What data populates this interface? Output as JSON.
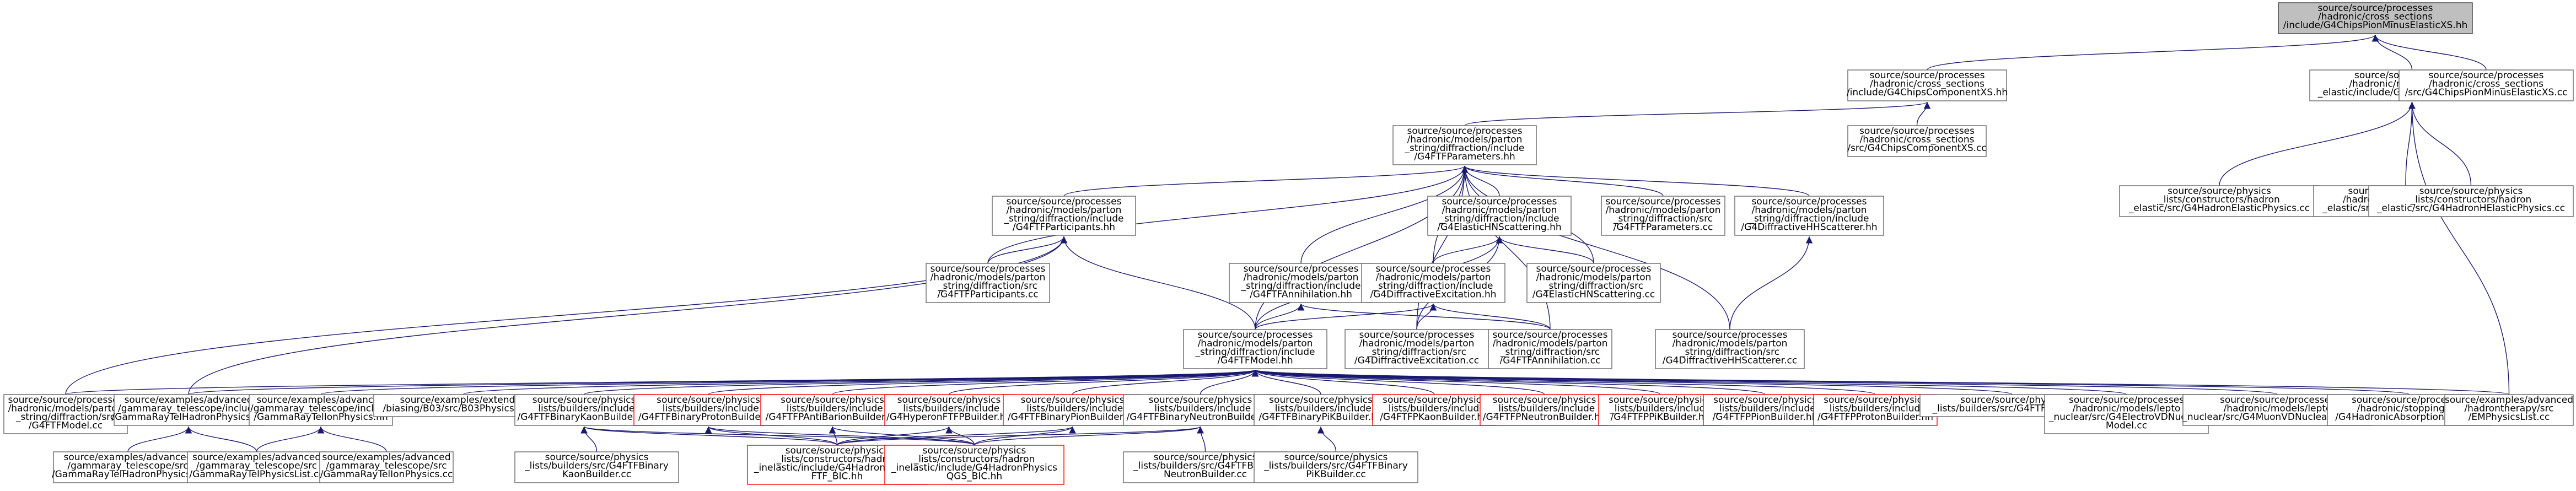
{
  "colors": {
    "edge": "#191970",
    "node_border": "#666666",
    "root_fill": "#bfbfbf",
    "root_border": "#404040",
    "truncated_border": "#ff0000",
    "node_fill": "#ffffff"
  },
  "nodes": [
    {
      "id": "root",
      "lines": [
        "source/source/processes",
        "/hadronic/cross_sections",
        "/include/G4ChipsPionMinusElasticXS.hh"
      ],
      "style": "root"
    },
    {
      "id": "compXS_hh",
      "lines": [
        "source/source/processes",
        "/hadronic/cross_sections",
        "/include/G4ChipsComponentXS.hh"
      ],
      "style": "normal"
    },
    {
      "id": "chipsElastic_hh",
      "lines": [
        "source/source/processes",
        "/hadronic/models/coherent",
        "_elastic/include/G4ChipsElasticModel.hh"
      ],
      "style": "normal"
    },
    {
      "id": "pionMinusXS_cc",
      "lines": [
        "source/source/processes",
        "/hadronic/cross_sections",
        "/src/G4ChipsPionMinusElasticXS.cc"
      ],
      "style": "normal"
    },
    {
      "id": "ftfParams_hh",
      "lines": [
        "source/source/processes",
        "/hadronic/models/parton",
        "_string/diffraction/include",
        "/G4FTFParameters.hh"
      ],
      "style": "normal"
    },
    {
      "id": "compXS_cc",
      "lines": [
        "source/source/processes",
        "/hadronic/cross_sections",
        "/src/G4ChipsComponentXS.cc"
      ],
      "style": "normal"
    },
    {
      "id": "hadronElasticPhys_cc",
      "lines": [
        "source/source/physics",
        "_lists/constructors/hadron",
        "_elastic/src/G4HadronElasticPhysics.cc"
      ],
      "style": "normal"
    },
    {
      "id": "chipsElastic_cc",
      "lines": [
        "source/source/processes",
        "/hadronic/models/coherent",
        "_elastic/src/G4ChipsElasticModel.cc"
      ],
      "style": "normal"
    },
    {
      "id": "hadronHElasticPhys_cc",
      "lines": [
        "source/source/physics",
        "_lists/constructors/hadron",
        "_elastic/src/G4HadronHElasticPhysics.cc"
      ],
      "style": "normal"
    },
    {
      "id": "ftfParticipants_hh",
      "lines": [
        "source/source/processes",
        "/hadronic/models/parton",
        "_string/diffraction/include",
        "/G4FTFParticipants.hh"
      ],
      "style": "normal"
    },
    {
      "id": "elasticHN_hh",
      "lines": [
        "source/source/processes",
        "/hadronic/models/parton",
        "_string/diffraction/include",
        "/G4ElasticHNScattering.hh"
      ],
      "style": "normal"
    },
    {
      "id": "ftfParams_cc",
      "lines": [
        "source/source/processes",
        "/hadronic/models/parton",
        "_string/diffraction/src",
        "/G4FTFParameters.cc"
      ],
      "style": "normal"
    },
    {
      "id": "diffractiveHH_hh",
      "lines": [
        "source/source/processes",
        "/hadronic/models/parton",
        "_string/diffraction/include",
        "/G4DiffractiveHHScatterer.hh"
      ],
      "style": "normal"
    },
    {
      "id": "ftfParticipants_cc",
      "lines": [
        "source/source/processes",
        "/hadronic/models/parton",
        "_string/diffraction/src",
        "/G4FTFParticipants.cc"
      ],
      "style": "normal"
    },
    {
      "id": "ftfAnnihilation_hh",
      "lines": [
        "source/source/processes",
        "/hadronic/models/parton",
        "_string/diffraction/include",
        "/G4FTFAnnihilation.hh"
      ],
      "style": "normal"
    },
    {
      "id": "diffractiveExc_hh",
      "lines": [
        "source/source/processes",
        "/hadronic/models/parton",
        "_string/diffraction/include",
        "/G4DiffractiveExcitation.hh"
      ],
      "style": "normal"
    },
    {
      "id": "elasticHN_cc",
      "lines": [
        "source/source/processes",
        "/hadronic/models/parton",
        "_string/diffraction/src",
        "/G4ElasticHNScattering.cc"
      ],
      "style": "normal"
    },
    {
      "id": "diffractiveHH_cc",
      "lines": [
        "source/source/processes",
        "/hadronic/models/parton",
        "_string/diffraction/src",
        "/G4DiffractiveHHScatterer.cc"
      ],
      "style": "normal"
    },
    {
      "id": "ftfModel_hh",
      "lines": [
        "source/source/processes",
        "/hadronic/models/parton",
        "_string/diffraction/include",
        "/G4FTFModel.hh"
      ],
      "style": "normal"
    },
    {
      "id": "diffractiveExc_cc",
      "lines": [
        "source/source/processes",
        "/hadronic/models/parton",
        "_string/diffraction/src",
        "/G4DiffractiveExcitation.cc"
      ],
      "style": "normal"
    },
    {
      "id": "ftfAnnihilation_cc",
      "lines": [
        "source/source/processes",
        "/hadronic/models/parton",
        "_string/diffraction/src",
        "/G4FTFAnnihilation.cc"
      ],
      "style": "normal"
    },
    {
      "id": "ftfModel_cc",
      "lines": [
        "source/source/processes",
        "/hadronic/models/parton",
        "_string/diffraction/src",
        "/G4FTFModel.cc"
      ],
      "style": "normal"
    },
    {
      "id": "gammaRayTelHadron_hh",
      "lines": [
        "source/examples/advanced",
        "/gammaray_telescope/include",
        "/GammaRayTelHadronPhysics.hh"
      ],
      "style": "normal"
    },
    {
      "id": "gammaRayTelIon_hh",
      "lines": [
        "source/examples/advanced",
        "/gammaray_telescope/include",
        "/GammaRayTelIonPhysics.hh"
      ],
      "style": "normal"
    },
    {
      "id": "b3PhysicsList_cc",
      "lines": [
        "source/examples/extended",
        "/biasing/B03/src/B03PhysicsList.cc"
      ],
      "style": "normal"
    },
    {
      "id": "ftfBinaryKaon_hh",
      "lines": [
        "source/source/physics",
        "_lists/builders/include",
        "/G4FTFBinaryKaonBuilder.hh"
      ],
      "style": "normal"
    },
    {
      "id": "ftfBinaryProton_hh",
      "lines": [
        "source/source/physics",
        "_lists/builders/include",
        "/G4FTFBinaryProtonBuilder.hh"
      ],
      "style": "truncated"
    },
    {
      "id": "ftfAntiBaryon_hh",
      "lines": [
        "source/source/physics",
        "_lists/builders/include",
        "/G4FTFPAntiBarionBuilder.hh"
      ],
      "style": "truncated"
    },
    {
      "id": "hyperonFTFP_hh",
      "lines": [
        "source/source/physics",
        "_lists/builders/include",
        "/G4HyperonFTFPBuilder.hh"
      ],
      "style": "truncated"
    },
    {
      "id": "ftfBinaryPion_hh",
      "lines": [
        "source/source/physics",
        "_lists/builders/include",
        "/G4FTFBinaryPionBuilder.hh"
      ],
      "style": "truncated"
    },
    {
      "id": "ftfBinaryNeutron_hh",
      "lines": [
        "source/source/physics",
        "_lists/builders/include",
        "/G4FTFBinaryNeutronBuilder.hh"
      ],
      "style": "normal"
    },
    {
      "id": "ftfBinaryPi_hh",
      "lines": [
        "source/source/physics",
        "_lists/builders/include",
        "/G4FTFBinaryPiKBuilder.hh"
      ],
      "style": "normal"
    },
    {
      "id": "ftfpKaon_hh",
      "lines": [
        "source/source/physics",
        "_lists/builders/include",
        "/G4FTFPKaonBuilder.hh"
      ],
      "style": "truncated"
    },
    {
      "id": "ftfpNeutron_hh",
      "lines": [
        "source/source/physics",
        "_lists/builders/include",
        "/G4FTFPNeutronBuilder.hh"
      ],
      "style": "truncated"
    },
    {
      "id": "ftfpPiK_hh",
      "lines": [
        "source/source/physics",
        "_lists/builders/include",
        "/G4FTFPPiKBuilder.hh"
      ],
      "style": "truncated"
    },
    {
      "id": "ftfpPion_hh",
      "lines": [
        "source/source/physics",
        "_lists/builders/include",
        "/G4FTFPPionBuilder.hh"
      ],
      "style": "truncated"
    },
    {
      "id": "ftfpProton_hh",
      "lines": [
        "source/source/physics",
        "_lists/builders/include",
        "/G4FTFPProtonBuilder.hh"
      ],
      "style": "truncated"
    },
    {
      "id": "ftfBuilder_cc",
      "lines": [
        "source/source/physics",
        "_lists/builders/src/G4FTFBuilder.cc"
      ],
      "style": "normal"
    },
    {
      "id": "cfNuclear_cc",
      "lines": [
        "source/source/processes",
        "/hadronic/models/lepto",
        "_nuclear/src/G4ElectroVDNuclear",
        "Model.cc"
      ],
      "style": "normal"
    },
    {
      "id": "muonVDNuclear_cc",
      "lines": [
        "source/source/processes",
        "/hadronic/models/lepto",
        "_nuclear/src/G4MuonVDNuclearModel.cc"
      ],
      "style": "normal"
    },
    {
      "id": "hadronAbsFritiof_cc",
      "lines": [
        "source/source/processes",
        "/hadronic/stopping/src",
        "/G4HadronicAbsorptionFritiof.cc"
      ],
      "style": "normal"
    },
    {
      "id": "emPhysicsList_cc",
      "lines": [
        "source/examples/advanced",
        "/hadrontherapy/src",
        "/EMPhysicsList.cc"
      ],
      "style": "normal"
    },
    {
      "id": "gammaRayTelHadron_cc",
      "lines": [
        "source/examples/advanced",
        "/gammaray_telescope/src",
        "/GammaRayTelHadronPhysics.cc"
      ],
      "style": "normal"
    },
    {
      "id": "gammaRayTelPhysicsList_cc",
      "lines": [
        "source/examples/advanced",
        "/gammaray_telescope/src",
        "/GammaRayTelPhysicsList.cc"
      ],
      "style": "normal"
    },
    {
      "id": "gammaRayTelIon_cc",
      "lines": [
        "source/examples/advanced",
        "/gammaray_telescope/src",
        "/GammaRayTelIonPhysics.cc"
      ],
      "style": "normal"
    },
    {
      "id": "ftfBinaryKaon_cc",
      "lines": [
        "source/source/physics",
        "_lists/builders/src/G4FTFBinary",
        "KaonBuilder.cc"
      ],
      "style": "normal"
    },
    {
      "id": "hadronPhysFTF_BIC_hh",
      "lines": [
        "source/source/physics",
        "_lists/constructors/hadron",
        "_inelastic/include/G4HadronPhysics",
        "FTF_BIC.hh"
      ],
      "style": "truncated"
    },
    {
      "id": "hadronPhysQGS_BIC_hh",
      "lines": [
        "source/source/physics",
        "_lists/constructors/hadron",
        "_inelastic/include/G4HadronPhysics",
        "QGS_BIC.hh"
      ],
      "style": "truncated"
    },
    {
      "id": "ftfBinaryNeutron_cc",
      "lines": [
        "source/source/physics",
        "_lists/builders/src/G4FTFBinary",
        "NeutronBuilder.cc"
      ],
      "style": "normal"
    },
    {
      "id": "ftfBinaryPiK_cc",
      "lines": [
        "source/source/physics",
        "_lists/builders/src/G4FTFBinary",
        "PiKBuilder.cc"
      ],
      "style": "normal"
    }
  ],
  "edges": [
    [
      "root",
      "compXS_hh"
    ],
    [
      "root",
      "chipsElastic_hh"
    ],
    [
      "root",
      "pionMinusXS_cc"
    ],
    [
      "compXS_hh",
      "ftfParams_hh"
    ],
    [
      "compXS_hh",
      "compXS_cc"
    ],
    [
      "chipsElastic_hh",
      "hadronElasticPhys_cc"
    ],
    [
      "chipsElastic_hh",
      "chipsElastic_cc"
    ],
    [
      "chipsElastic_hh",
      "hadronHElasticPhys_cc"
    ],
    [
      "chipsElastic_hh",
      "emPhysicsList_cc"
    ],
    [
      "ftfParams_hh",
      "ftfParticipants_hh"
    ],
    [
      "ftfParams_hh",
      "elasticHN_hh"
    ],
    [
      "ftfParams_hh",
      "ftfParams_cc"
    ],
    [
      "ftfParams_hh",
      "diffractiveHH_hh"
    ],
    [
      "ftfParams_hh",
      "ftfAnnihilation_hh"
    ],
    [
      "ftfParams_hh",
      "diffractiveExc_hh"
    ],
    [
      "ftfParams_hh",
      "elasticHN_cc"
    ],
    [
      "ftfParams_hh",
      "diffractiveHH_cc"
    ],
    [
      "ftfParams_hh",
      "ftfModel_hh"
    ],
    [
      "ftfParams_hh",
      "diffractiveExc_cc"
    ],
    [
      "ftfParams_hh",
      "ftfAnnihilation_cc"
    ],
    [
      "ftfParams_hh",
      "ftfParticipants_cc"
    ],
    [
      "ftfParticipants_hh",
      "ftfParticipants_cc"
    ],
    [
      "ftfParticipants_hh",
      "ftfModel_hh"
    ],
    [
      "ftfParticipants_hh",
      "ftfModel_cc"
    ],
    [
      "ftfParticipants_hh",
      "gammaRayTelHadron_hh"
    ],
    [
      "elasticHN_hh",
      "elasticHN_cc"
    ],
    [
      "elasticHN_hh",
      "diffractiveExc_hh"
    ],
    [
      "elasticHN_hh",
      "ftfModel_hh"
    ],
    [
      "elasticHN_hh",
      "diffractiveExc_cc"
    ],
    [
      "diffractiveHH_hh",
      "diffractiveHH_cc"
    ],
    [
      "ftfAnnihilation_hh",
      "ftfModel_hh"
    ],
    [
      "ftfAnnihilation_hh",
      "ftfAnnihilation_cc"
    ],
    [
      "diffractiveExc_hh",
      "ftfModel_hh"
    ],
    [
      "diffractiveExc_hh",
      "diffractiveExc_cc"
    ],
    [
      "diffractiveExc_hh",
      "ftfAnnihilation_cc"
    ],
    [
      "ftfModel_hh",
      "ftfModel_cc"
    ],
    [
      "ftfModel_hh",
      "gammaRayTelHadron_hh"
    ],
    [
      "ftfModel_hh",
      "gammaRayTelIon_hh"
    ],
    [
      "ftfModel_hh",
      "b3PhysicsList_cc"
    ],
    [
      "ftfModel_hh",
      "ftfBinaryKaon_hh"
    ],
    [
      "ftfModel_hh",
      "ftfBinaryProton_hh"
    ],
    [
      "ftfModel_hh",
      "ftfAntiBaryon_hh"
    ],
    [
      "ftfModel_hh",
      "hyperonFTFP_hh"
    ],
    [
      "ftfModel_hh",
      "ftfBinaryPion_hh"
    ],
    [
      "ftfModel_hh",
      "ftfBinaryNeutron_hh"
    ],
    [
      "ftfModel_hh",
      "ftfBinaryPi_hh"
    ],
    [
      "ftfModel_hh",
      "ftfpKaon_hh"
    ],
    [
      "ftfModel_hh",
      "ftfpNeutron_hh"
    ],
    [
      "ftfModel_hh",
      "ftfpPiK_hh"
    ],
    [
      "ftfModel_hh",
      "ftfpPion_hh"
    ],
    [
      "ftfModel_hh",
      "ftfpProton_hh"
    ],
    [
      "ftfModel_hh",
      "ftfBuilder_cc"
    ],
    [
      "ftfModel_hh",
      "cfNuclear_cc"
    ],
    [
      "ftfModel_hh",
      "muonVDNuclear_cc"
    ],
    [
      "ftfModel_hh",
      "hadronAbsFritiof_cc"
    ],
    [
      "ftfModel_hh",
      "emPhysicsList_cc"
    ],
    [
      "gammaRayTelHadron_hh",
      "gammaRayTelHadron_cc"
    ],
    [
      "gammaRayTelHadron_hh",
      "gammaRayTelPhysicsList_cc"
    ],
    [
      "gammaRayTelIon_hh",
      "gammaRayTelIon_cc"
    ],
    [
      "gammaRayTelIon_hh",
      "gammaRayTelPhysicsList_cc"
    ],
    [
      "ftfBinaryKaon_hh",
      "ftfBinaryKaon_cc"
    ],
    [
      "ftfBinaryKaon_hh",
      "hadronPhysFTF_BIC_hh"
    ],
    [
      "ftfBinaryKaon_hh",
      "hadronPhysQGS_BIC_hh"
    ],
    [
      "ftfBinaryProton_hh",
      "hadronPhysFTF_BIC_hh"
    ],
    [
      "ftfBinaryProton_hh",
      "hadronPhysQGS_BIC_hh"
    ],
    [
      "ftfAntiBaryon_hh",
      "hadronPhysFTF_BIC_hh"
    ],
    [
      "ftfAntiBaryon_hh",
      "hadronPhysQGS_BIC_hh"
    ],
    [
      "hyperonFTFP_hh",
      "hadronPhysFTF_BIC_hh"
    ],
    [
      "hyperonFTFP_hh",
      "hadronPhysQGS_BIC_hh"
    ],
    [
      "ftfBinaryPion_hh",
      "hadronPhysFTF_BIC_hh"
    ],
    [
      "ftfBinaryPion_hh",
      "hadronPhysQGS_BIC_hh"
    ],
    [
      "ftfBinaryNeutron_hh",
      "ftfBinaryNeutron_cc"
    ],
    [
      "ftfBinaryNeutron_hh",
      "hadronPhysFTF_BIC_hh"
    ],
    [
      "ftfBinaryNeutron_hh",
      "hadronPhysQGS_BIC_hh"
    ],
    [
      "ftfBinaryPi_hh",
      "ftfBinaryPiK_cc"
    ]
  ]
}
